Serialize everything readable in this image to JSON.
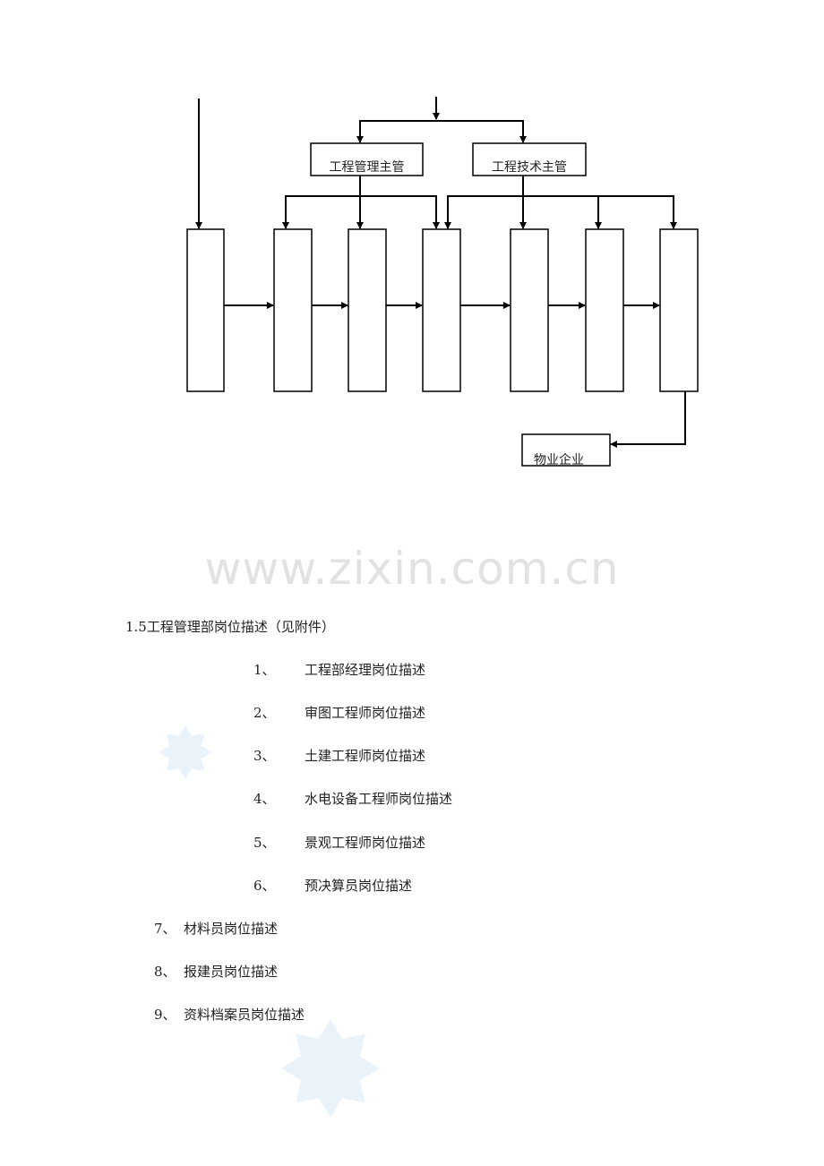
{
  "diagram": {
    "supervisors": [
      "工程管理主管",
      "工程技术主管"
    ],
    "property_box": "物业企业"
  },
  "watermark": "www.zixin.com.cn",
  "section": {
    "heading": "1.5工程管理部岗位描述（见附件）",
    "items": [
      {
        "num": "1、",
        "text": "工程部经理岗位描述"
      },
      {
        "num": "2、",
        "text": "审图工程师岗位描述"
      },
      {
        "num": "3、",
        "text": "土建工程师岗位描述"
      },
      {
        "num": "4、",
        "text": "水电设备工程师岗位描述"
      },
      {
        "num": "5、",
        "text": "景观工程师岗位描述"
      },
      {
        "num": "6、",
        "text": "预决算员岗位描述"
      },
      {
        "num": "7、",
        "text": "材料员岗位描述"
      },
      {
        "num": "8、",
        "text": "报建员岗位描述"
      },
      {
        "num": "9、",
        "text": "资料档案员岗位描述"
      }
    ]
  }
}
